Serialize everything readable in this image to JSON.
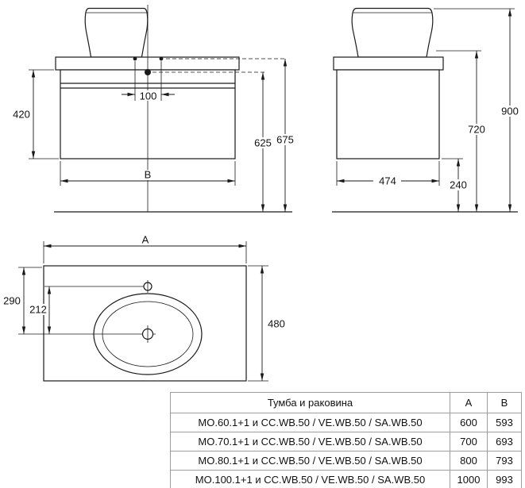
{
  "drawing": {
    "front": {
      "cabinet_height": "420",
      "hole_spacing": "100",
      "drain_height": "625",
      "countertop_height": "675",
      "width_label": "B"
    },
    "side": {
      "depth": "474",
      "floor_clearance": "240",
      "height_720": "720",
      "height_900": "900"
    },
    "plan": {
      "width_label": "A",
      "edge_to_drain": "290",
      "tap_to_drain": "212",
      "depth": "480"
    }
  },
  "table": {
    "headers": {
      "name": "Тумба и раковина",
      "a": "A",
      "b": "B"
    },
    "rows": [
      {
        "name": "MO.60.1+1 и CC.WB.50 / VE.WB.50 / SA.WB.50",
        "a": "600",
        "b": "593"
      },
      {
        "name": "MO.70.1+1 и CC.WB.50 / VE.WB.50 / SA.WB.50",
        "a": "700",
        "b": "693"
      },
      {
        "name": "MO.80.1+1 и CC.WB.50 / VE.WB.50 / SA.WB.50",
        "a": "800",
        "b": "793"
      },
      {
        "name": "MO.100.1+1 и CC.WB.50 / VE.WB.50 / SA.WB.50",
        "a": "1000",
        "b": "993"
      }
    ]
  },
  "colors": {
    "line": "#1a1a1a",
    "table_border": "#9e9e9e",
    "background": "#ffffff"
  }
}
